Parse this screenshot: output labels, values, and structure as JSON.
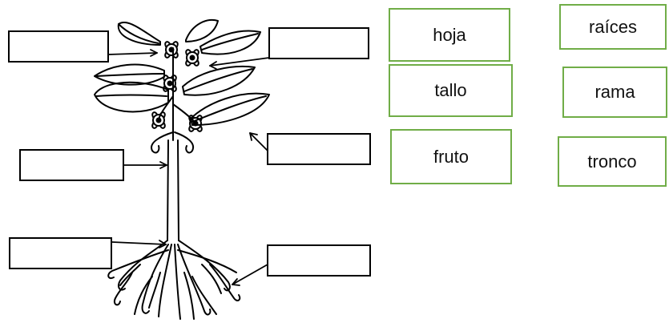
{
  "word_bank": [
    {
      "label": "hoja"
    },
    {
      "label": "raíces"
    },
    {
      "label": "tallo"
    },
    {
      "label": "rama"
    },
    {
      "label": "fruto"
    },
    {
      "label": "tronco"
    }
  ],
  "colors": {
    "card_border": "#70ad47",
    "box_border": "#000000",
    "line": "#000000"
  }
}
